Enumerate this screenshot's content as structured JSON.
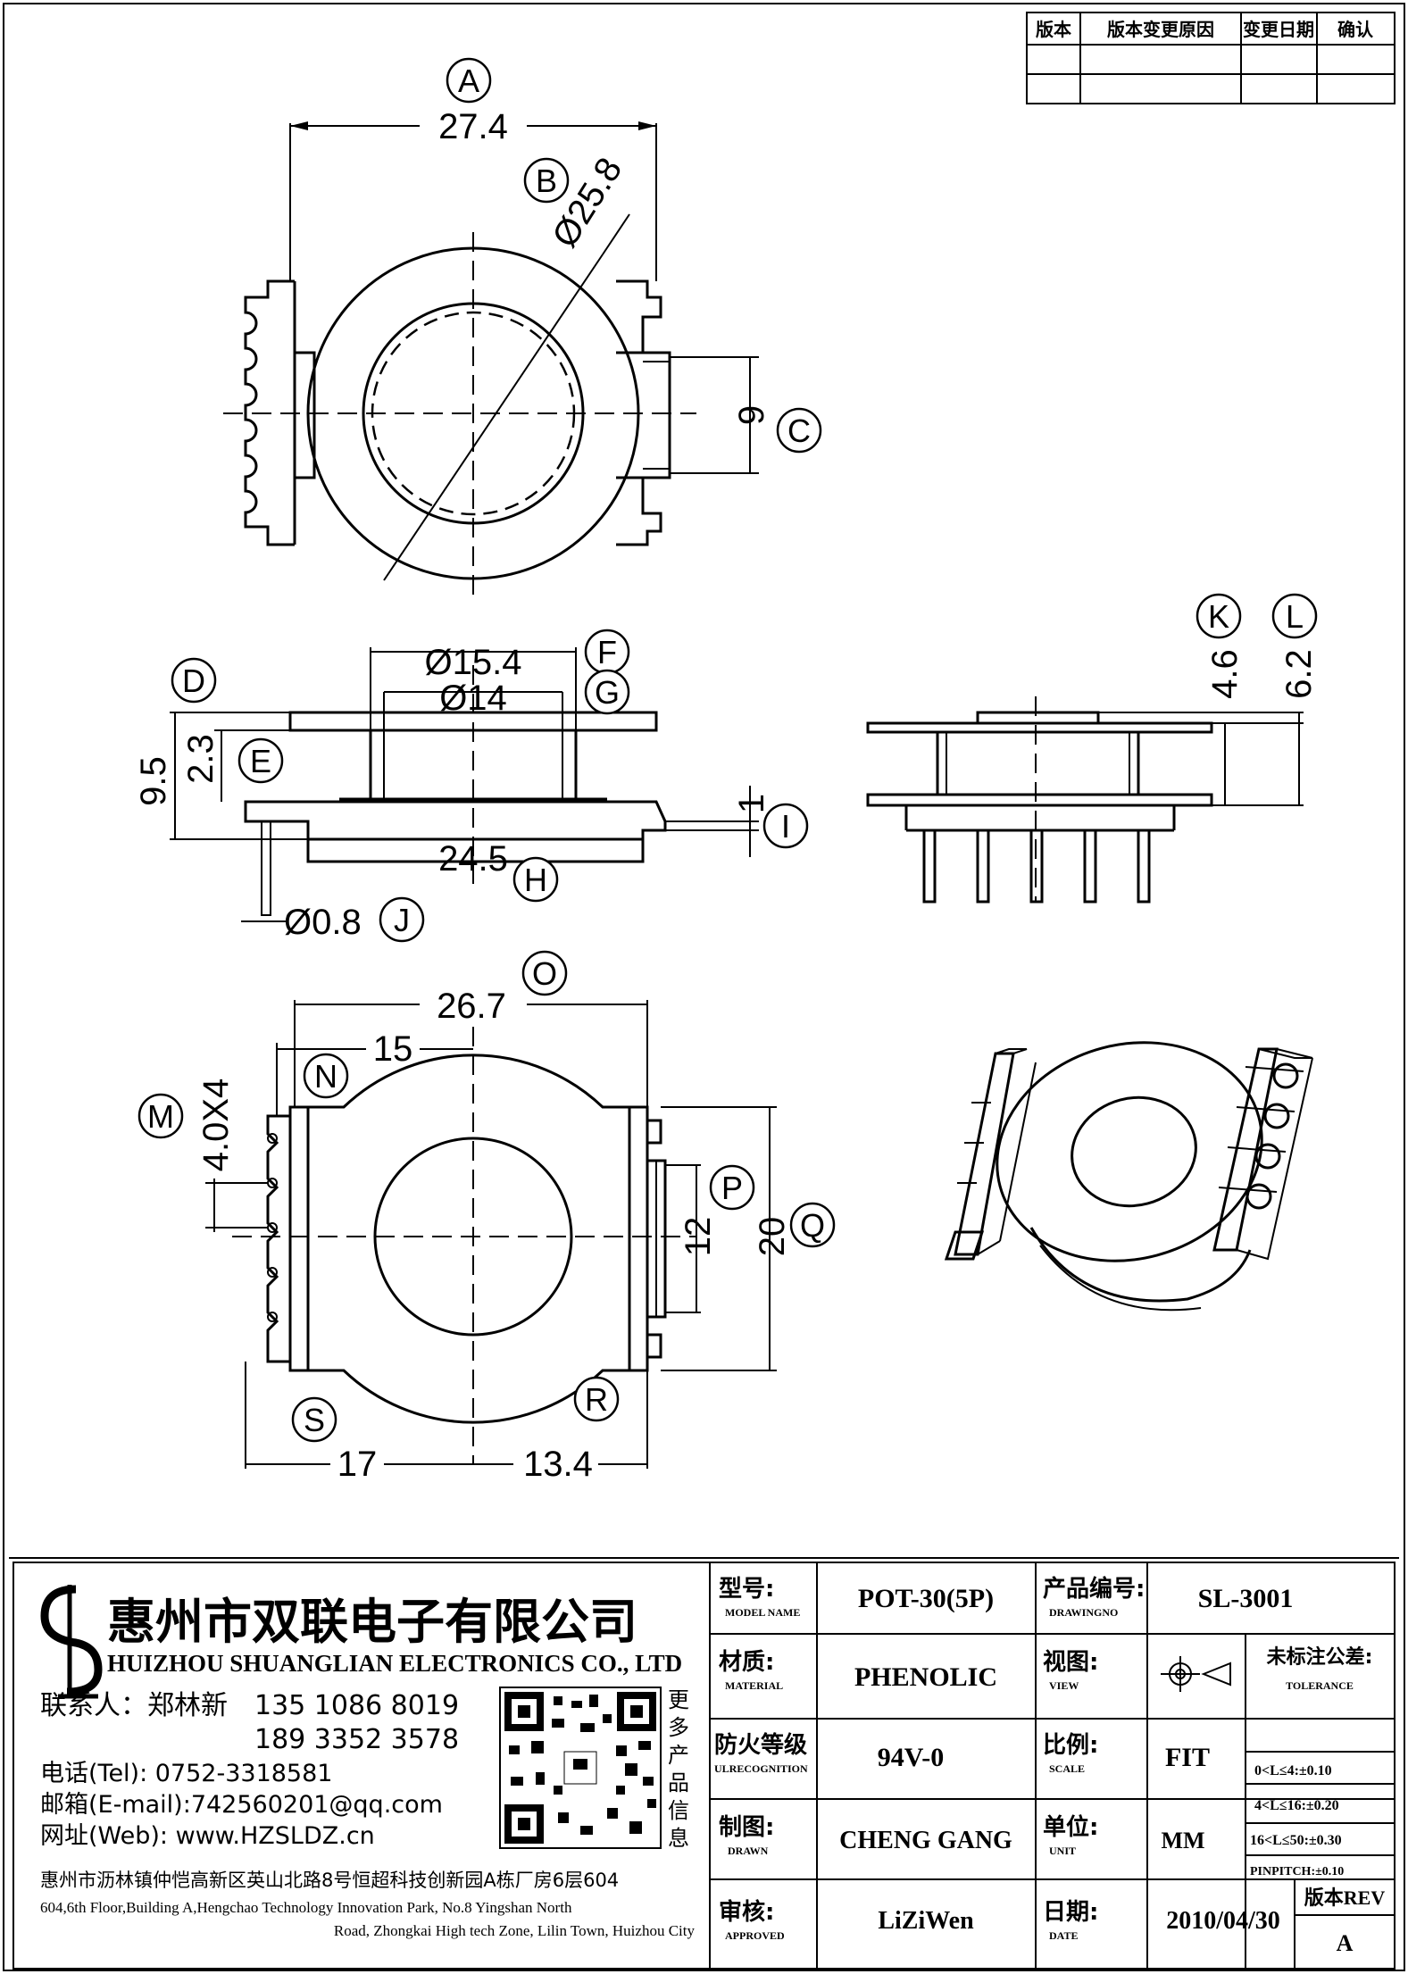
{
  "revision_table": {
    "headers": [
      "版本",
      "版本变更原因",
      "变更日期",
      "确认"
    ]
  },
  "dimensions": {
    "A": "27.4",
    "B": "Ø25.8",
    "C": "9",
    "D": "9.5",
    "E": "2.3",
    "F": "Ø15.4",
    "G": "Ø14",
    "H": "24.5",
    "I": "1",
    "J": "Ø0.8",
    "K": "4.6",
    "L": "6.2",
    "M": "4.0X4",
    "N": "15",
    "O": "26.7",
    "P": "12",
    "Q": "20",
    "R": "13.4",
    "S": "17"
  },
  "letters": [
    "A",
    "B",
    "C",
    "D",
    "E",
    "F",
    "G",
    "H",
    "I",
    "J",
    "K",
    "L",
    "M",
    "N",
    "O",
    "P",
    "Q",
    "R",
    "S"
  ],
  "company": {
    "name_cn": "惠州市双联电子有限公司",
    "name_en": "HUIZHOU SHUANGLIAN ELECTRONICS CO., LTD",
    "contact_label": "联系人：郑林新",
    "phone1": "135 1086 8019",
    "phone2": "189 3352 3578",
    "tel": "电话(Tel): 0752-3318581",
    "email": "邮箱(E-mail):742560201@qq.com",
    "web": "网址(Web): www.HZSLDZ.cn",
    "qr_caption": [
      "更",
      "多",
      "产",
      "品",
      "信",
      "息"
    ],
    "address_cn": "惠州市沥林镇仲恺高新区英山北路8号恒超科技创新园A栋厂房6层604",
    "address_en1": "604,6th Floor,Building A,Hengchao Technology Innovation Park, No.8 Yingshan North",
    "address_en2": "Road, Zhongkai High tech Zone, Lilin Town, Huizhou City"
  },
  "title_block": {
    "model_label": "型号:",
    "model_sub": "MODEL NAME",
    "model_value": "POT-30(5P)",
    "drawing_label": "产品编号:",
    "drawing_sub": "DRAWINGNO",
    "drawing_value": "SL-3001",
    "material_label": "材质:",
    "material_sub": "MATERIAL",
    "material_value": "PHENOLIC",
    "view_label": "视图:",
    "view_sub": "VIEW",
    "tolerance_label": "未标注公差:",
    "tolerance_sub": "TOLERANCE",
    "tol1": "0<L≤4:±0.10",
    "tol2": "4<L≤16:±0.20",
    "tol3": "16<L≤50:±0.30",
    "tol4": "PINPITCH:±0.10",
    "fire_label": "防火等级",
    "fire_sub": "ULRECOGNITION",
    "fire_value": "94V-0",
    "scale_label": "比例:",
    "scale_sub": "SCALE",
    "scale_value": "FIT",
    "drawn_label": "制图:",
    "drawn_sub": "DRAWN",
    "drawn_value": "CHENG GANG",
    "unit_label": "单位:",
    "unit_sub": "UNIT",
    "unit_value": "MM",
    "approved_label": "审核:",
    "approved_sub": "APPROVED",
    "approved_value": "LiZiWen",
    "date_label": "日期:",
    "date_sub": "DATE",
    "date_value": "2010/04/30",
    "rev_label": "版本REV",
    "rev_value": "A"
  }
}
